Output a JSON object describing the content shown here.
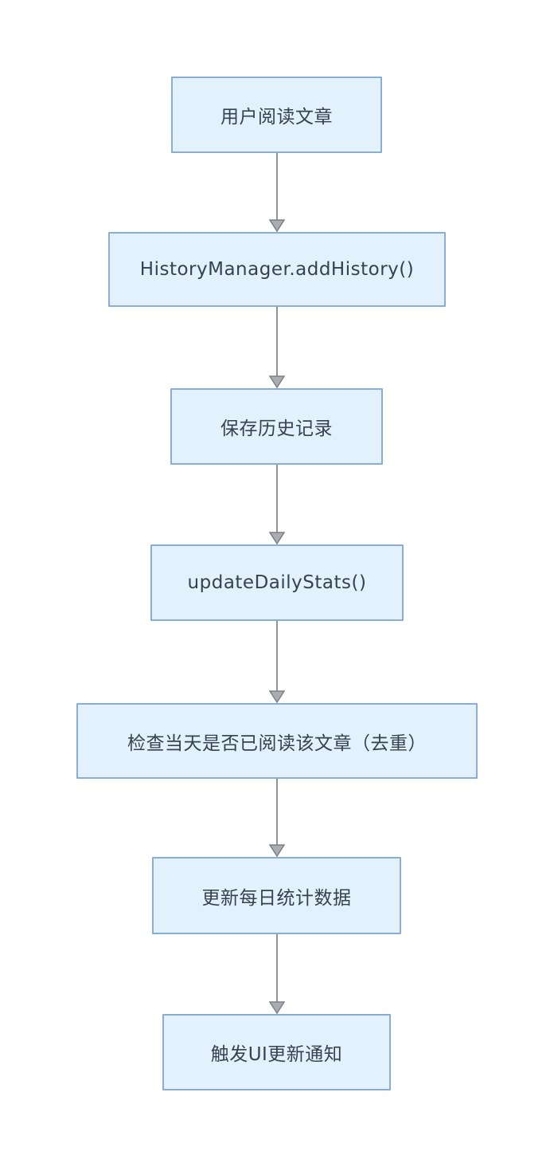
{
  "diagram": {
    "type": "flowchart",
    "direction": "top-down",
    "nodes": [
      {
        "id": "n1",
        "label": "用户阅读文章"
      },
      {
        "id": "n2",
        "label": "HistoryManager.addHistory()"
      },
      {
        "id": "n3",
        "label": "保存历史记录"
      },
      {
        "id": "n4",
        "label": "updateDailyStats()"
      },
      {
        "id": "n5",
        "label": "检查当天是否已阅读该文章（去重）"
      },
      {
        "id": "n6",
        "label": "更新每日统计数据"
      },
      {
        "id": "n7",
        "label": "触发UI更新通知"
      }
    ],
    "edges": [
      {
        "from": "n1",
        "to": "n2"
      },
      {
        "from": "n2",
        "to": "n3"
      },
      {
        "from": "n3",
        "to": "n4"
      },
      {
        "from": "n4",
        "to": "n5"
      },
      {
        "from": "n5",
        "to": "n6"
      },
      {
        "from": "n6",
        "to": "n7"
      }
    ],
    "colors": {
      "node_fill": "#e3f1fc",
      "node_border": "#88aed8",
      "arrow_line": "#909498",
      "arrow_head_fill": "#a9adb1",
      "arrow_head_stroke": "#7e8288",
      "text": "#36424c",
      "background": "#ffffff"
    }
  }
}
